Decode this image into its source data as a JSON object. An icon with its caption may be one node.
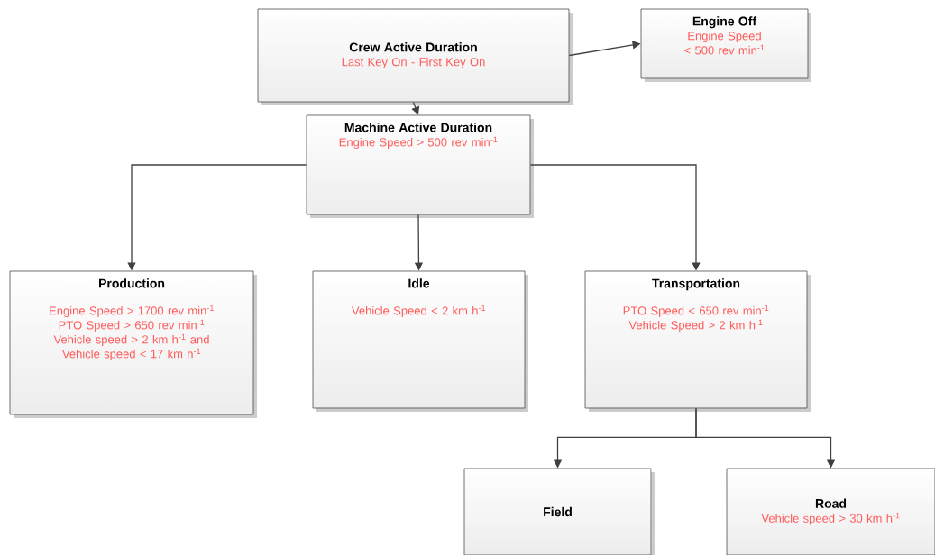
{
  "diagram": {
    "nodes": [
      {
        "text": [
          "Crew Active Duration",
          "Last Key On - First Key On"
        ]
      },
      {
        "text": [
          "Engine Off",
          "Engine Speed < 500 rev min$^{-1}$"
        ]
      },
      {
        "text": [
          "Machine Active Duration",
          "Engine Speed  > 500 rev min$^{-1}$"
        ]
      },
      {
        "text": [
          "Production",
          "Engine Speed > 1700 rev min$^{-1}$",
          "PTO Speed > 650 rev min$^{-1}$",
          "Vehicle speed > 2 km h$^{-1}$ and Vehicle speed < 17 km h$^{-1}$"
        ]
      },
      {
        "text": [
          "Idle",
          "Vehicle  Speed < 2 km h$^{-1}$"
        ]
      },
      {
        "text": [
          "Transportation",
          "PTO Speed  < 650 rev min$^{-1}$",
          "Vehicle Speed > 2 km h$^{-1}$"
        ]
      },
      {
        "text": [
          "Field"
        ]
      },
      {
        "text": [
          "Road",
          "Vehicle speed > 30 km h$^{-1}$"
        ]
      }
    ],
    "edges": [
      {
        "from": 0,
        "to": 1,
        "arrow": "to"
      },
      {
        "from": 0,
        "to": 2,
        "arrow": "to"
      },
      {
        "from": 2,
        "to": 3,
        "arrow": "to"
      },
      {
        "from": 2,
        "to": 4,
        "arrow": "to"
      },
      {
        "from": 2,
        "to": 5,
        "arrow": "to"
      },
      {
        "from": 5,
        "to": 6,
        "arrow": "to"
      },
      {
        "from": 5,
        "to": 7,
        "arrow": "to"
      }
    ]
  }
}
